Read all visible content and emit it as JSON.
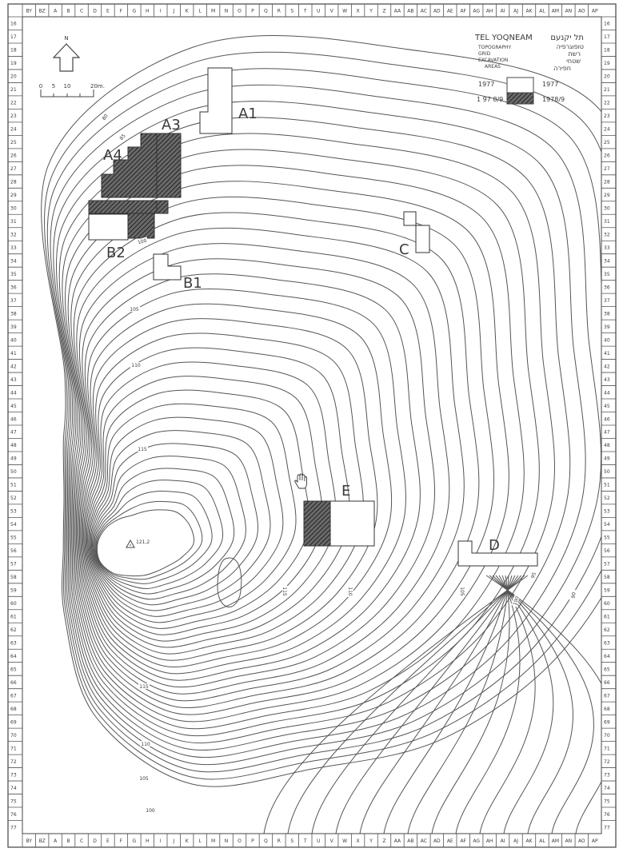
{
  "legend": {
    "title": "TEL YOQNEAM",
    "title_hebrew": "תל יקנעם",
    "lines": [
      "TOPOGRAPHY",
      "GRID",
      "EXCAVATION",
      "AREAS"
    ],
    "lines_hebrew": [
      "טופוגרפיה",
      "רשת",
      "שטחי",
      "חפירה"
    ],
    "season_1_left": "1977",
    "season_1_right": "1977",
    "season_2_left": "1 97 8/9",
    "season_2_right": "1978/9"
  },
  "north_label": "N",
  "scale": {
    "labels": [
      "0",
      "5",
      "10",
      "20m."
    ]
  },
  "columns": [
    "BY",
    "BZ",
    "A",
    "B",
    "C",
    "D",
    "E",
    "F",
    "G",
    "H",
    "I",
    "J",
    "K",
    "L",
    "M",
    "N",
    "O",
    "P",
    "Q",
    "R",
    "S",
    "T",
    "U",
    "V",
    "W",
    "X",
    "Y",
    "Z",
    "AA",
    "AB",
    "AC",
    "AD",
    "AE",
    "AF",
    "AG",
    "AH",
    "AI",
    "AJ",
    "AK",
    "AL",
    "AM",
    "AN",
    "AO",
    "AP"
  ],
  "rows": [
    "16",
    "17",
    "18",
    "19",
    "20",
    "21",
    "22",
    "23",
    "24",
    "25",
    "26",
    "27",
    "28",
    "29",
    "30",
    "31",
    "32",
    "33",
    "34",
    "35",
    "36",
    "37",
    "38",
    "39",
    "40",
    "41",
    "42",
    "43",
    "44",
    "45",
    "46",
    "47",
    "48",
    "49",
    "50",
    "51",
    "52",
    "53",
    "54",
    "55",
    "56",
    "57",
    "58",
    "59",
    "60",
    "61",
    "62",
    "63",
    "64",
    "65",
    "66",
    "67",
    "68",
    "69",
    "70",
    "71",
    "72",
    "73",
    "74",
    "75",
    "76",
    "77"
  ],
  "areas": {
    "a1": "A1",
    "a3": "A3",
    "a4": "A4",
    "b1": "B1",
    "b2": "B2",
    "c": "C",
    "d": "D",
    "e": "E"
  },
  "spot_height": "121,2",
  "contour_labels": [
    "80",
    "85",
    "100",
    "105",
    "110",
    "115",
    "115",
    "110",
    "105",
    "100",
    "95",
    "90",
    "115",
    "110",
    "105",
    "100"
  ],
  "colors": {
    "ink": "#3a3a3a",
    "paper": "#ffffff"
  }
}
